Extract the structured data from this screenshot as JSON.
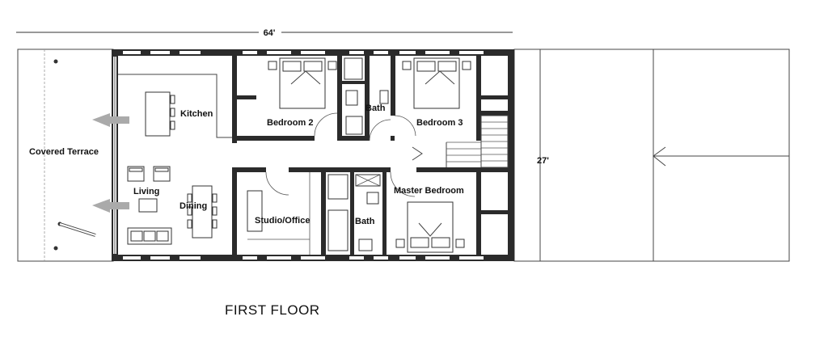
{
  "plan": {
    "title": "FIRST FLOOR",
    "dimension_width": "64'",
    "dimension_depth": "27'"
  },
  "rooms": {
    "covered_terrace": "Covered Terrace",
    "kitchen": "Kitchen",
    "living": "Living",
    "dining": "Dining",
    "bedroom_2": "Bedroom 2",
    "bath_upper": "Bath",
    "bedroom_3": "Bedroom 3",
    "studio_office": "Studio/Office",
    "bath_lower": "Bath",
    "master_bedroom": "Master Bedroom"
  },
  "colors": {
    "wall": "#2b2b2b",
    "arrow": "#aaaaaa",
    "line": "#444444"
  }
}
